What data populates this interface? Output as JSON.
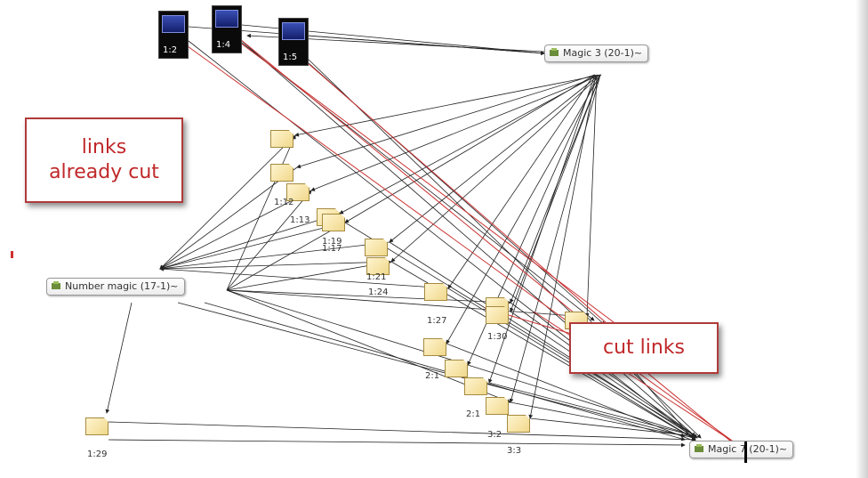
{
  "hubs": {
    "magic3": "Magic 3 (20-1)~",
    "number_magic": "Number magic (17-1)~",
    "magic7": "Magic 7 (20-1)~"
  },
  "dark_nodes": [
    "1:2",
    "1:4",
    "1:5"
  ],
  "node_labels": [
    "1:12",
    "1:13",
    "1:19",
    "1:17",
    "1:21",
    "1:24",
    "1:27",
    "1:30",
    "2:1",
    "2:1",
    "3:2",
    "3:3",
    "1:29"
  ],
  "callouts": {
    "links_already_cut": "links\nalready cut",
    "cut_links": "cut links"
  },
  "colors": {
    "link": "#222222",
    "cut_link": "#cc3333",
    "callout_border": "#b03a3a",
    "callout_text": "#c0282a",
    "sheet_fill": "#f5e3a3"
  },
  "icons": [
    "hub-icon",
    "sheet-icon",
    "screen-icon",
    "cursor-icon"
  ]
}
